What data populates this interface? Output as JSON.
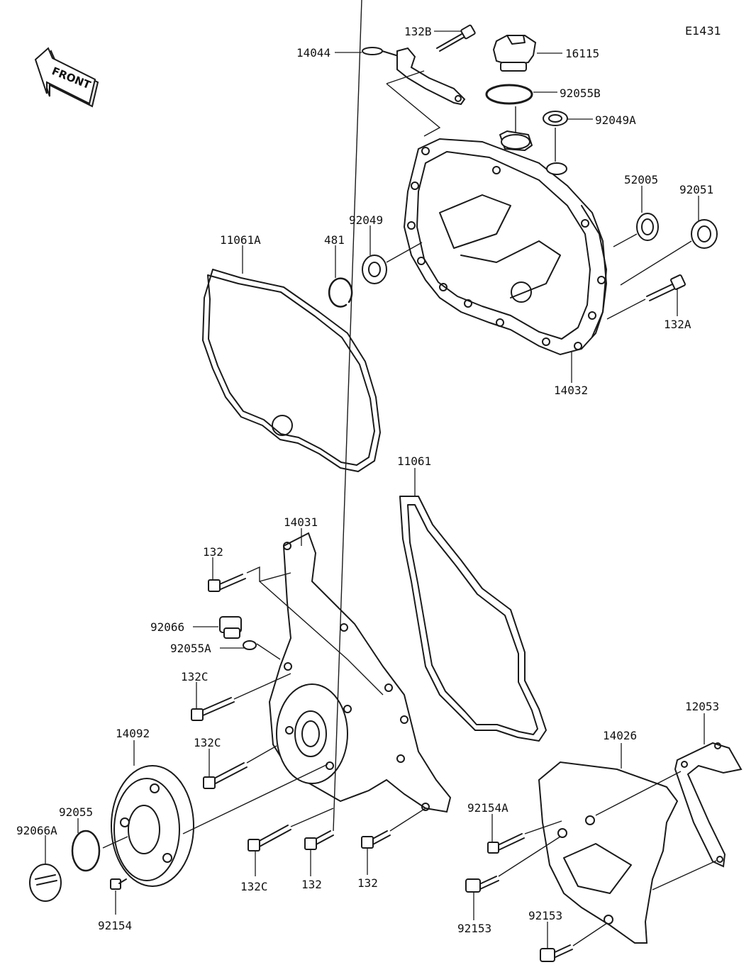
{
  "diagram_code": "E1431",
  "direction_label": "FRONT",
  "part_labels": [
    {
      "id": "p14044",
      "text": "14044"
    },
    {
      "id": "p132B",
      "text": "132B"
    },
    {
      "id": "p16115",
      "text": "16115"
    },
    {
      "id": "p92055B",
      "text": "92055B"
    },
    {
      "id": "p92049A",
      "text": "92049A"
    },
    {
      "id": "p52005",
      "text": "52005"
    },
    {
      "id": "p92051",
      "text": "92051"
    },
    {
      "id": "p132A",
      "text": "132A"
    },
    {
      "id": "p14032",
      "text": "14032"
    },
    {
      "id": "p92049",
      "text": "92049"
    },
    {
      "id": "p481",
      "text": "481"
    },
    {
      "id": "p11061A",
      "text": "11061A"
    },
    {
      "id": "p11061",
      "text": "11061"
    },
    {
      "id": "p14031",
      "text": "14031"
    },
    {
      "id": "p132_top",
      "text": "132"
    },
    {
      "id": "p92066",
      "text": "92066"
    },
    {
      "id": "p92055A",
      "text": "92055A"
    },
    {
      "id": "p132C_a",
      "text": "132C"
    },
    {
      "id": "p132C_b",
      "text": "132C"
    },
    {
      "id": "p14092",
      "text": "14092"
    },
    {
      "id": "p92055",
      "text": "92055"
    },
    {
      "id": "p92066A",
      "text": "92066A"
    },
    {
      "id": "p92154",
      "text": "92154"
    },
    {
      "id": "p132C_c",
      "text": "132C"
    },
    {
      "id": "p132_b1",
      "text": "132"
    },
    {
      "id": "p132_b2",
      "text": "132"
    },
    {
      "id": "p12053",
      "text": "12053"
    },
    {
      "id": "p14026",
      "text": "14026"
    },
    {
      "id": "p92154A",
      "text": "92154A"
    },
    {
      "id": "p92153_a",
      "text": "92153"
    },
    {
      "id": "p92153_b",
      "text": "92153"
    }
  ]
}
